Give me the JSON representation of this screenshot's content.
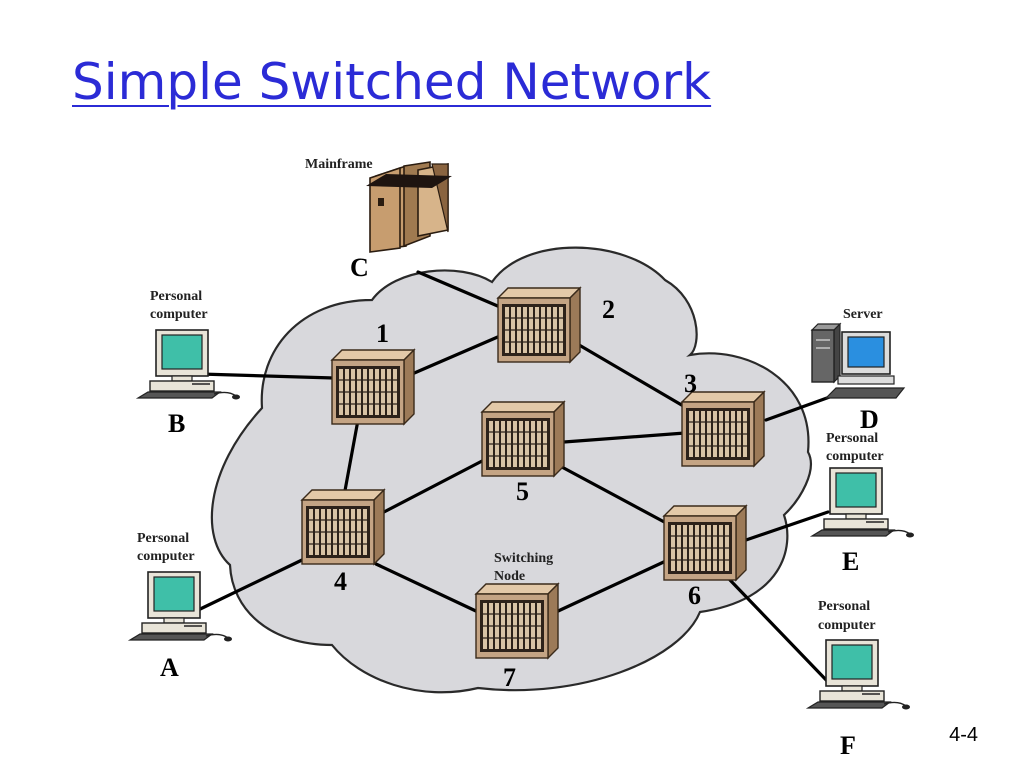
{
  "title": "Simple Switched Network",
  "page_number": "4-4",
  "mainframe": {
    "caption": "Mainframe",
    "letter": "C"
  },
  "switching_node_caption": [
    "Switching",
    "Node"
  ],
  "switches": [
    {
      "number": "1"
    },
    {
      "number": "2"
    },
    {
      "number": "3"
    },
    {
      "number": "4"
    },
    {
      "number": "5"
    },
    {
      "number": "6"
    },
    {
      "number": "7"
    }
  ],
  "stations": {
    "A": {
      "letter": "A",
      "caption": [
        "Personal",
        "computer"
      ]
    },
    "B": {
      "letter": "B",
      "caption": [
        "Personal",
        "computer"
      ]
    },
    "D": {
      "letter": "D",
      "caption": [
        "Server"
      ]
    },
    "E": {
      "letter": "E",
      "caption": [
        "Personal",
        "computer"
      ]
    },
    "F": {
      "letter": "F",
      "caption": [
        "Personal",
        "computer"
      ]
    }
  },
  "colors": {
    "title": "#2b2bd6",
    "cloud_fill": "#d8d8dc",
    "switch_body": "#c4a484",
    "monitor_screen": "#3fbfa8",
    "server_screen": "#2a8fe0"
  }
}
